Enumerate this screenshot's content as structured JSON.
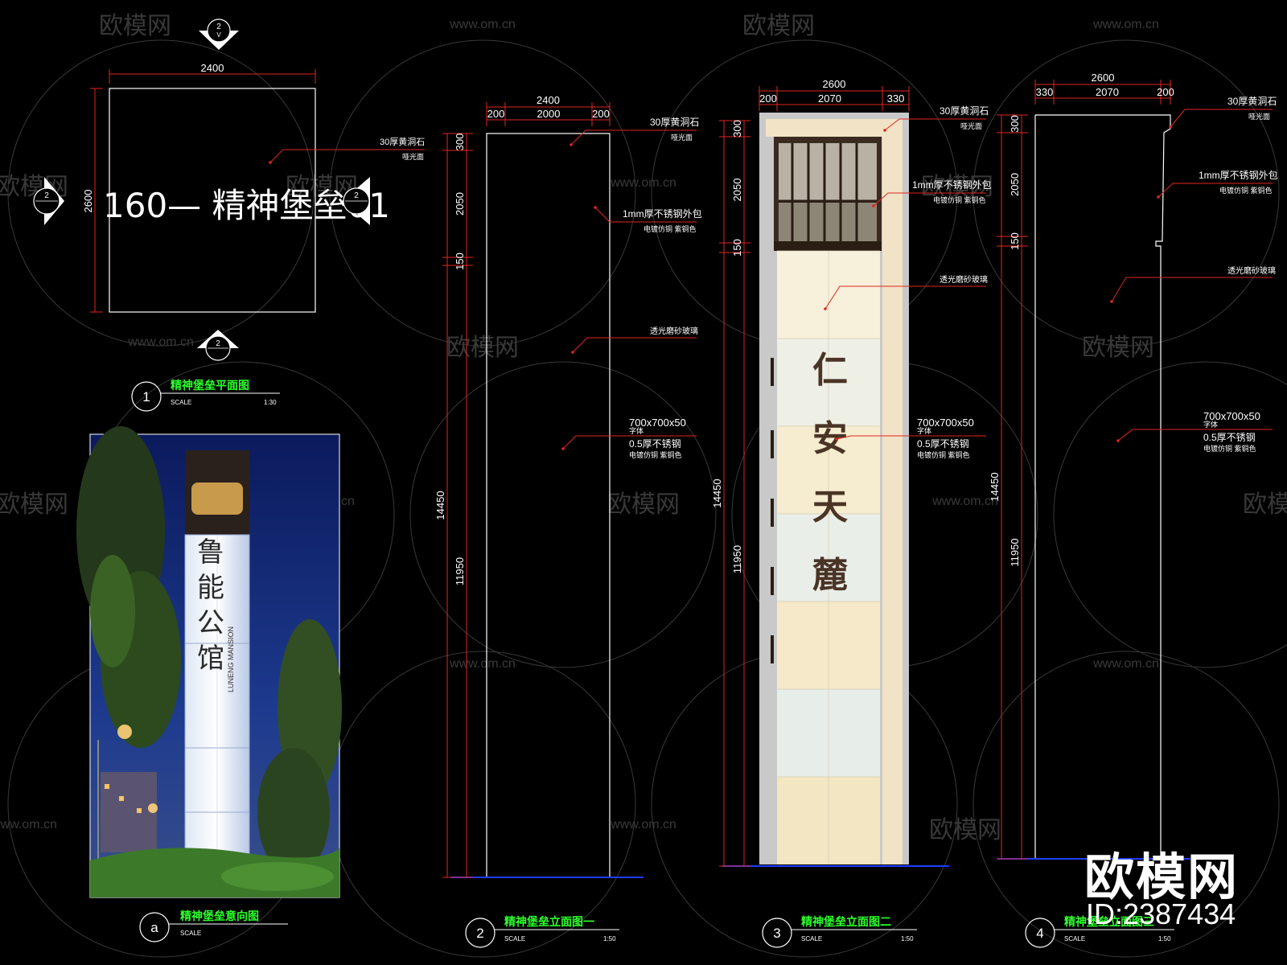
{
  "watermark": {
    "logo_text": "欧模网",
    "url_text": "www.om.cn"
  },
  "plan": {
    "top_marker": "2",
    "top_marker_sub": "V",
    "side_marker": "2",
    "bottom_marker": "2",
    "width_dim": "2400",
    "height_dim": "2600",
    "center_label": "160— 精神堡垒01",
    "material_note1": "30厚黄洞石",
    "material_note2": "哑光面",
    "title_num": "1",
    "title": "精神堡垒平面图",
    "scale_label": "SCALE",
    "scale": "1:30"
  },
  "photo": {
    "sign_text": [
      "鲁",
      "能",
      "公",
      "馆"
    ],
    "sign_en": "LUNENG MANSION",
    "title_num": "a",
    "title": "精神堡垒意向图",
    "scale_label": "SCALE"
  },
  "elev1": {
    "top_total": "2400",
    "top_parts": [
      "200",
      "2000",
      "200"
    ],
    "left_dims": [
      "300",
      "2050",
      "150"
    ],
    "total_h": "14450",
    "lower_h": "11950",
    "notes": [
      [
        "30厚黄洞石",
        "哑光面"
      ],
      [
        "1mm厚不锈钢外包",
        "电镀仿铜 紫铜色"
      ],
      [
        "透光磨砂玻璃"
      ],
      [
        "700x700x50",
        "字体",
        "0.5厚不锈钢",
        "电镀仿铜 紫铜色"
      ]
    ],
    "title_num": "2",
    "title": "精神堡垒立面图一",
    "scale_label": "SCALE",
    "scale": "1:50"
  },
  "elev2": {
    "top_total": "2600",
    "top_parts": [
      "200",
      "2070",
      "330"
    ],
    "left_dims": [
      "300",
      "2050",
      "150"
    ],
    "total_h": "14450",
    "lower_h": "11950",
    "glyphs": [
      "仁",
      "安",
      "天",
      "麓"
    ],
    "notes": [
      [
        "30厚黄洞石",
        "哑光面"
      ],
      [
        "1mm厚不锈钢外包",
        "电镀仿铜 紫铜色"
      ],
      [
        "透光磨砂玻璃"
      ],
      [
        "700x700x50",
        "字体",
        "0.5厚不锈钢",
        "电镀仿铜 紫铜色"
      ]
    ],
    "title_num": "3",
    "title": "精神堡垒立面图二",
    "scale_label": "SCALE",
    "scale": "1:50"
  },
  "elev3": {
    "top_total": "2600",
    "top_parts": [
      "330",
      "2070",
      "200"
    ],
    "left_dims": [
      "300",
      "2050",
      "150"
    ],
    "total_h": "14450",
    "lower_h": "11950",
    "notes": [
      [
        "30厚黄洞石",
        "哑光面"
      ],
      [
        "1mm厚不锈钢外包",
        "电镀仿铜 紫铜色"
      ],
      [
        "透光磨砂玻璃"
      ],
      [
        "700x700x50",
        "字体",
        "0.5厚不锈钢",
        "电镀仿铜 紫铜色"
      ]
    ],
    "title_num": "4",
    "title": "精神堡垒立面图三",
    "scale_label": "SCALE",
    "scale": "1:50"
  },
  "brand": {
    "logo": "欧模网",
    "id": "ID:2387434"
  },
  "colors": {
    "dim": "#e0261f",
    "title": "#2cff2c",
    "line": "#ffffff",
    "ground": "#1e3cff",
    "stone": "#f2e3c7",
    "glass": "#e9ead8",
    "bronze": "#3a2a20"
  }
}
